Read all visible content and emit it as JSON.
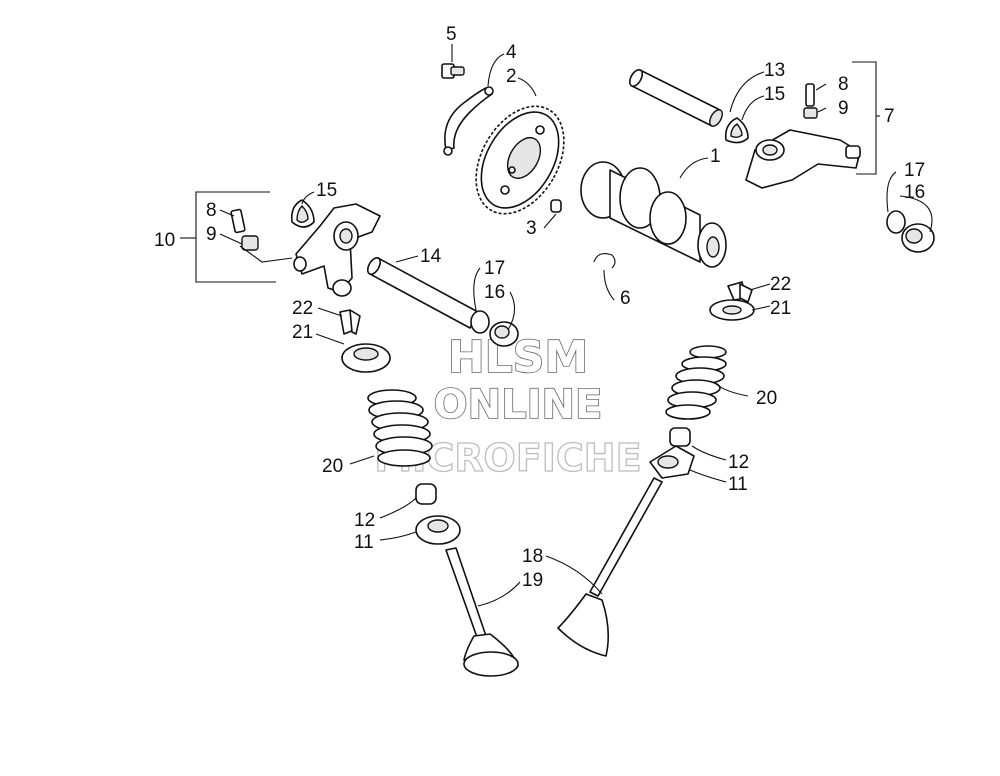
{
  "watermark": {
    "line1": "HLSM",
    "line2": "ONLINE",
    "line3": "MICROFICHE"
  },
  "callouts": {
    "c1": "1",
    "c2": "2",
    "c3": "3",
    "c4": "4",
    "c5": "5",
    "c6": "6",
    "c7": "7",
    "c8_right": "8",
    "c9_right": "9",
    "c8_left": "8",
    "c9_left": "9",
    "c10": "10",
    "c11_left": "11",
    "c11_right": "11",
    "c12_left": "12",
    "c12_right": "12",
    "c13": "13",
    "c14": "14",
    "c15_left": "15",
    "c15_right": "15",
    "c16_left": "16",
    "c16_right": "16",
    "c17_left": "17",
    "c17_right": "17",
    "c18": "18",
    "c19": "19",
    "c20_left": "20",
    "c20_right": "20",
    "c21_left": "21",
    "c21_right": "21",
    "c22_left": "22",
    "c22_right": "22"
  }
}
